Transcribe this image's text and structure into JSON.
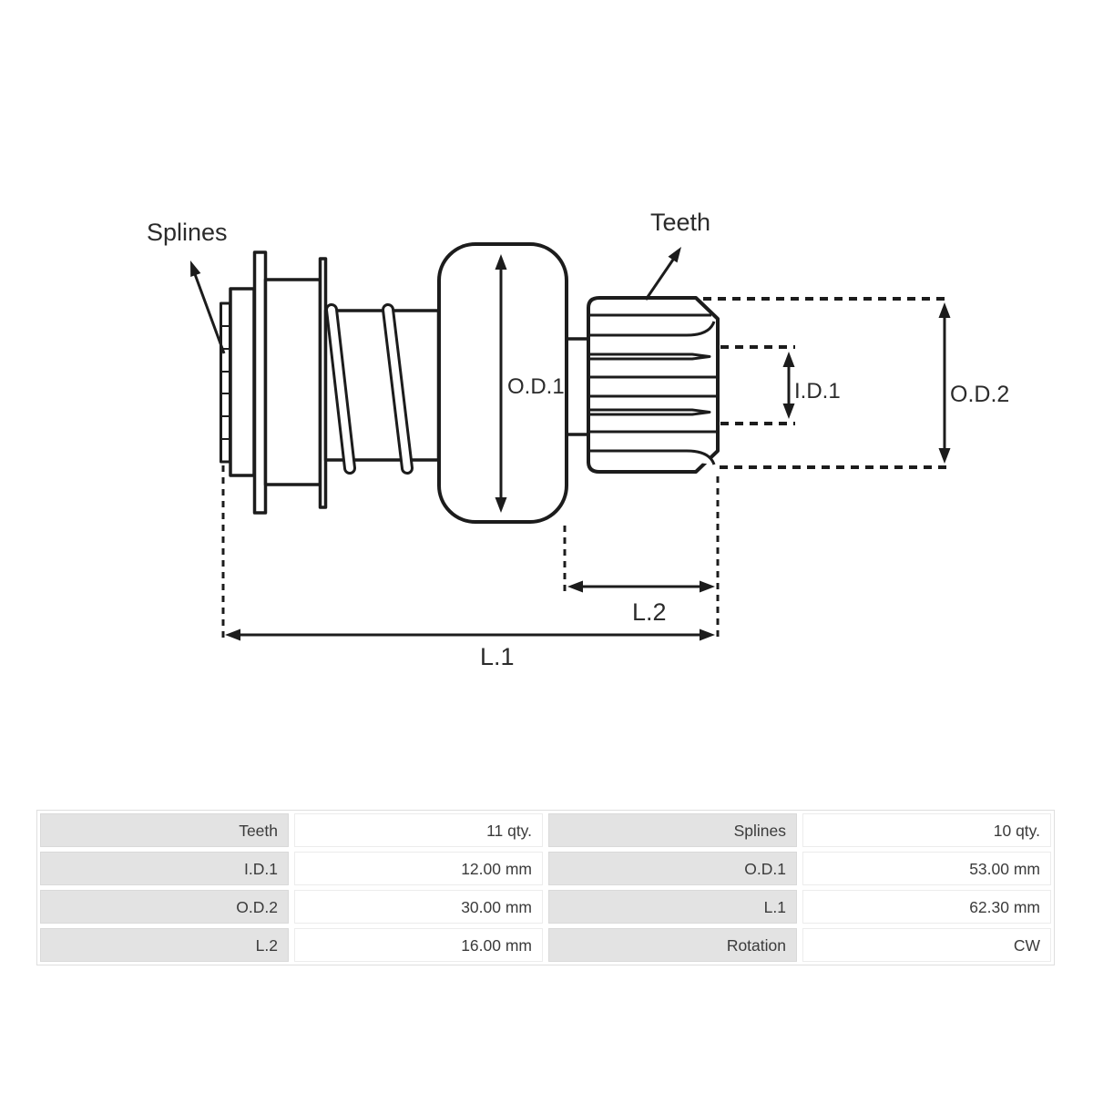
{
  "diagram": {
    "part_labels": {
      "splines": "Splines",
      "teeth": "Teeth"
    },
    "dimension_labels": {
      "od1": "O.D.1",
      "id1": "I.D.1",
      "od2": "O.D.2",
      "l2": "L.2",
      "l1": "L.1"
    },
    "line_color": "#1c1c1c"
  },
  "spec_table": {
    "label_bg": "#e3e3e3",
    "value_bg": "#ffffff",
    "text_color": "#3b3b3b",
    "rows": [
      {
        "label1": "Teeth",
        "value1": "11 qty.",
        "label2": "Splines",
        "value2": "10 qty."
      },
      {
        "label1": "I.D.1",
        "value1": "12.00 mm",
        "label2": "O.D.1",
        "value2": "53.00 mm"
      },
      {
        "label1": "O.D.2",
        "value1": "30.00 mm",
        "label2": "L.1",
        "value2": "62.30 mm"
      },
      {
        "label1": "L.2",
        "value1": "16.00 mm",
        "label2": "Rotation",
        "value2": "CW"
      }
    ]
  }
}
